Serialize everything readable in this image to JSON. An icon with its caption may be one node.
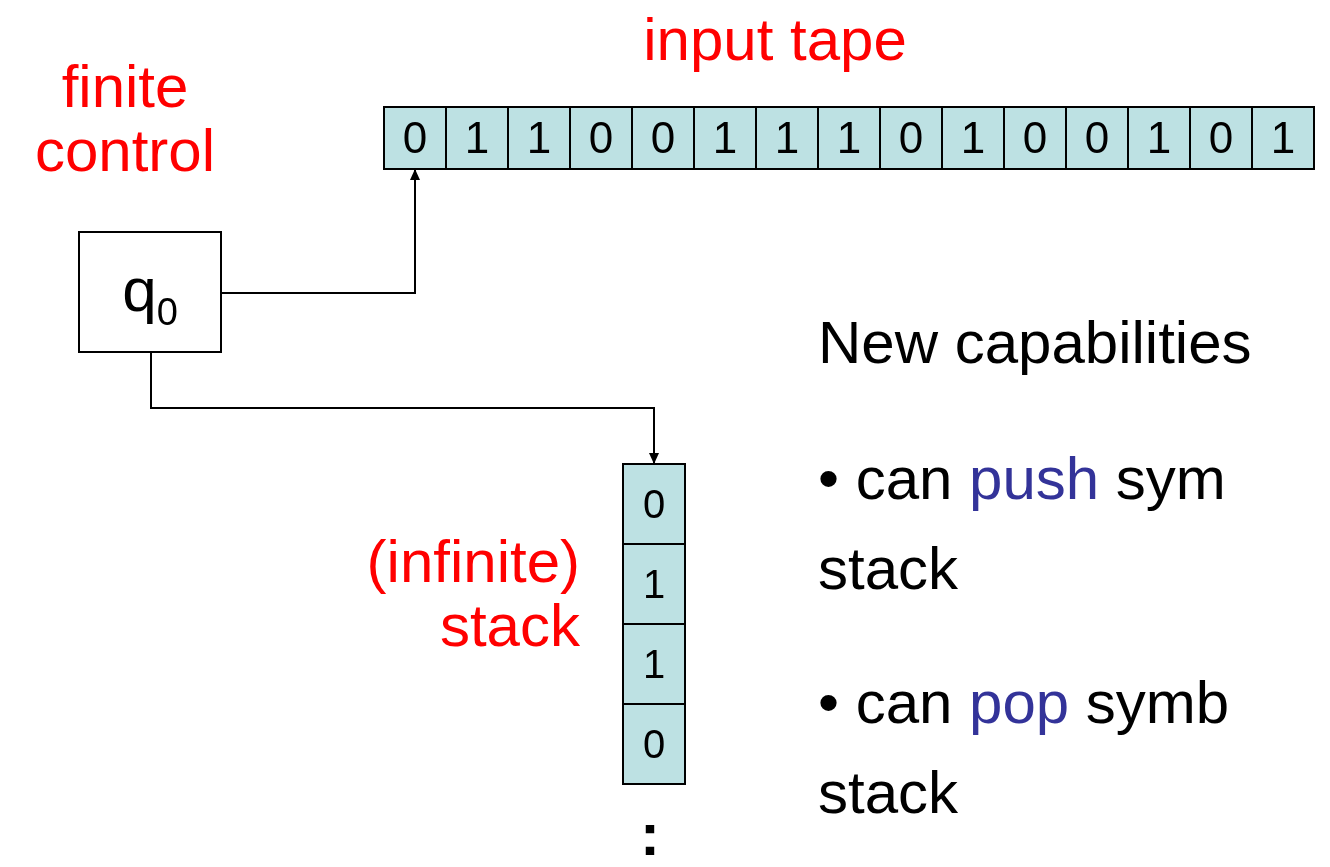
{
  "diagram": {
    "nodes": [
      {
        "text": [
          "finite control",
          "q$_{0}$"
        ]
      },
      {
        "text": [
          "input tape"
        ]
      },
      {
        "text": [
          "0"
        ],
        "in": 1
      },
      {
        "text": [
          "1"
        ],
        "in": 1
      },
      {
        "text": [
          "1"
        ],
        "in": 1
      },
      {
        "text": [
          "0"
        ],
        "in": 1
      },
      {
        "text": [
          "0"
        ],
        "in": 1
      },
      {
        "text": [
          "1"
        ],
        "in": 1
      },
      {
        "text": [
          "1"
        ],
        "in": 1
      },
      {
        "text": [
          "1"
        ],
        "in": 1
      },
      {
        "text": [
          "0"
        ],
        "in": 1
      },
      {
        "text": [
          "1"
        ],
        "in": 1
      },
      {
        "text": [
          "0"
        ],
        "in": 1
      },
      {
        "text": [
          "0"
        ],
        "in": 1
      },
      {
        "text": [
          "1"
        ],
        "in": 1
      },
      {
        "text": [
          "0"
        ],
        "in": 1
      },
      {
        "text": [
          "1"
        ],
        "in": 1
      },
      {
        "text": [
          "(infinite) stack"
        ]
      },
      {
        "text": [
          "0"
        ],
        "in": 17
      },
      {
        "text": [
          "1"
        ],
        "in": 17
      },
      {
        "text": [
          "1"
        ],
        "in": 17
      },
      {
        "text": [
          "0"
        ],
        "in": 17
      }
    ],
    "edges": [
      {
        "from": 0,
        "to": 2,
        "arrow": "to"
      },
      {
        "from": 0,
        "to": 18,
        "arrow": "to"
      }
    ],
    "labels": [
      ":",
      "New capabilities",
      "• can *push* sym",
      "stack",
      "• can *pop* symb",
      "stack"
    ]
  }
}
